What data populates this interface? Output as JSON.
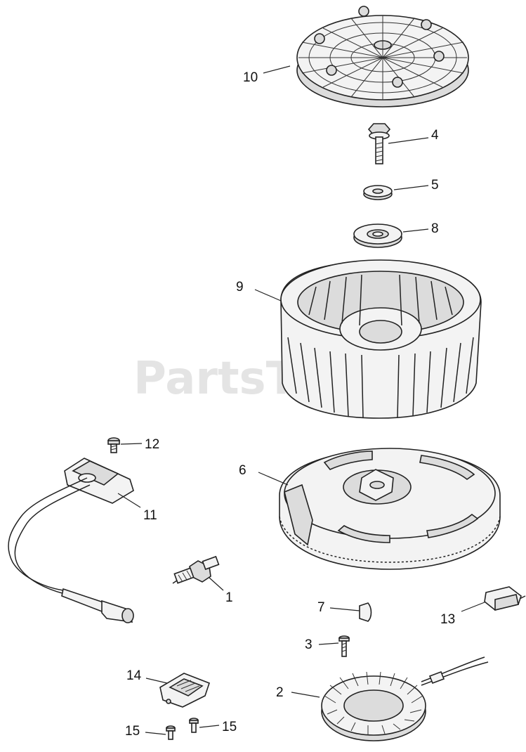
{
  "watermark": "PartsTree",
  "callouts": [
    {
      "id": "10"
    },
    {
      "id": "4"
    },
    {
      "id": "5"
    },
    {
      "id": "8"
    },
    {
      "id": "9"
    },
    {
      "id": "12"
    },
    {
      "id": "11"
    },
    {
      "id": "6"
    },
    {
      "id": "1"
    },
    {
      "id": "7"
    },
    {
      "id": "13"
    },
    {
      "id": "3"
    },
    {
      "id": "14"
    },
    {
      "id": "2"
    },
    {
      "id": "15"
    },
    {
      "id": "15"
    }
  ]
}
